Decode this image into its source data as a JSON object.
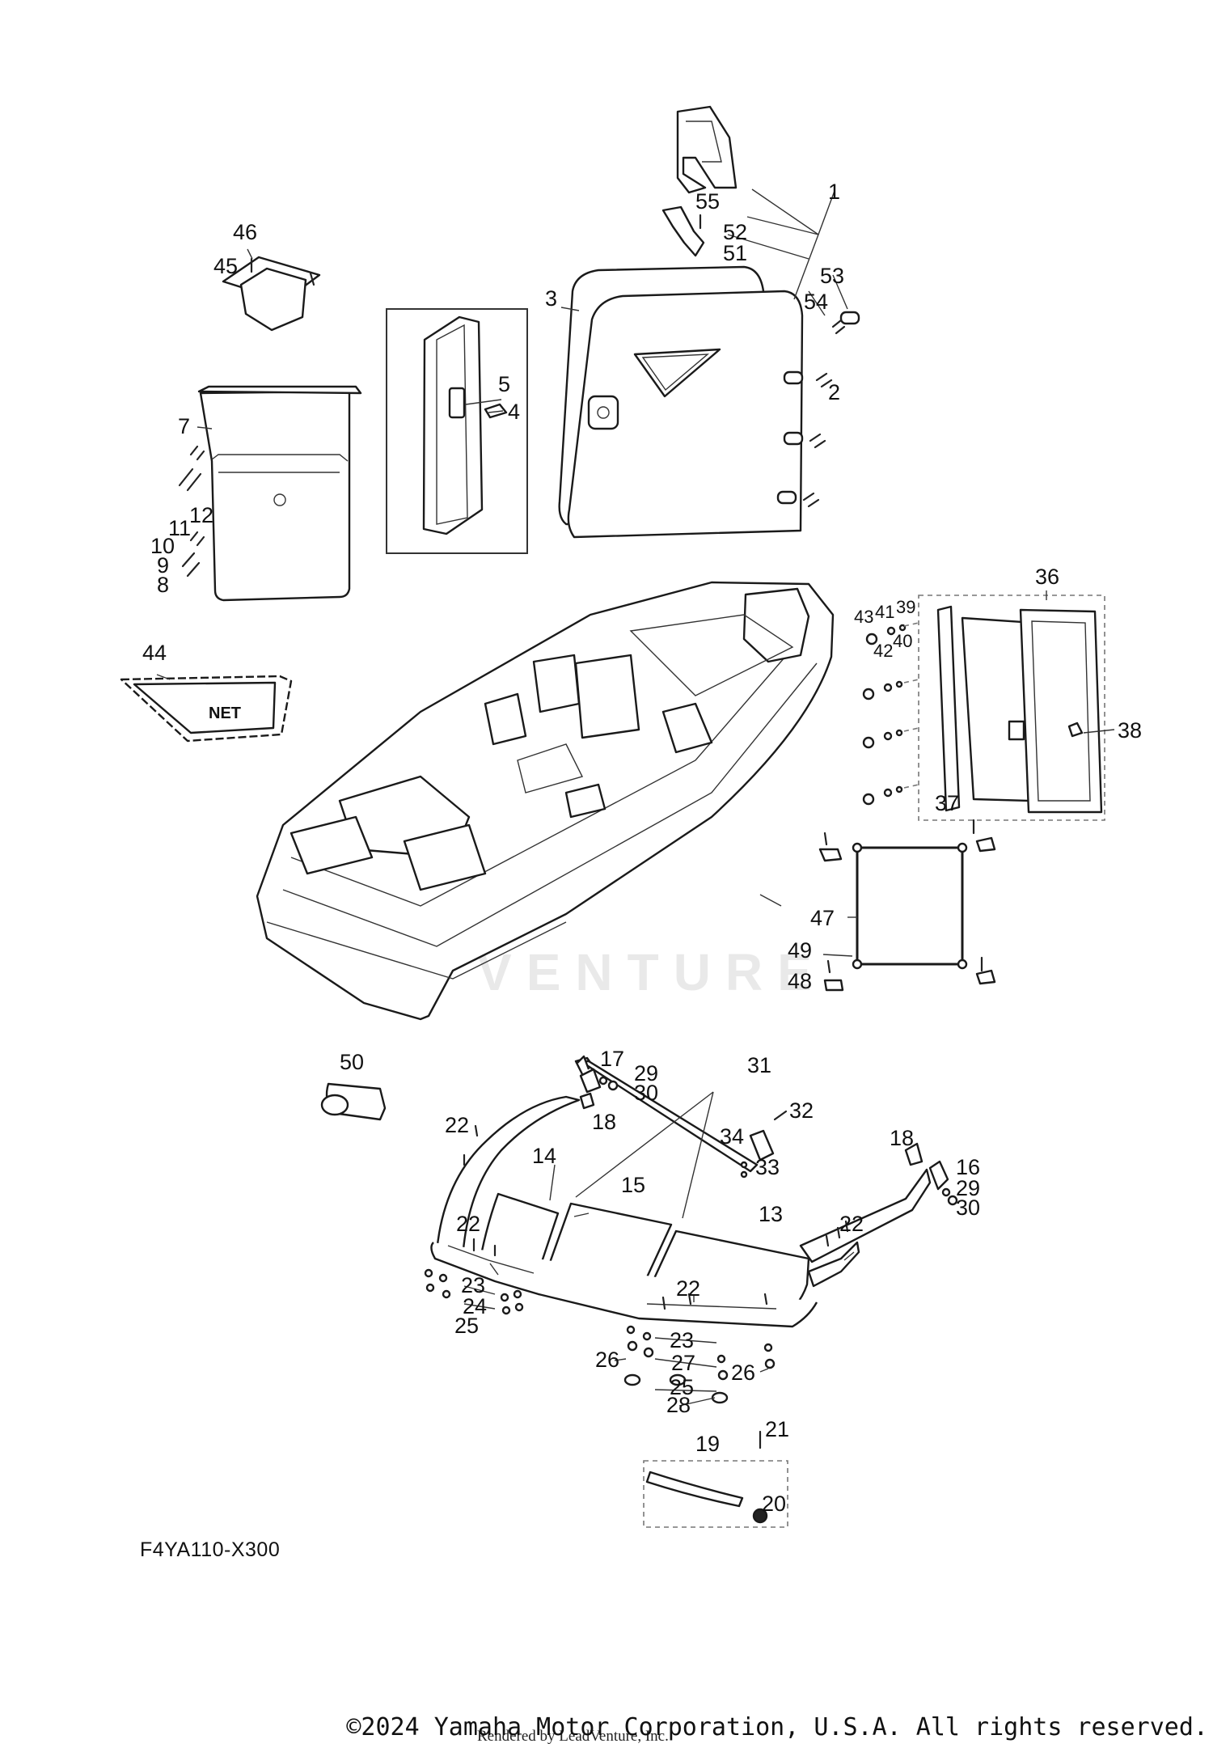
{
  "diagram": {
    "callouts": [
      {
        "id": "1",
        "label": "1"
      },
      {
        "id": "2",
        "label": "2"
      },
      {
        "id": "3",
        "label": "3"
      },
      {
        "id": "4",
        "label": "4"
      },
      {
        "id": "5",
        "label": "5"
      },
      {
        "id": "7",
        "label": "7"
      },
      {
        "id": "8",
        "label": "8"
      },
      {
        "id": "9",
        "label": "9"
      },
      {
        "id": "10",
        "label": "10"
      },
      {
        "id": "11",
        "label": "11"
      },
      {
        "id": "12",
        "label": "12"
      },
      {
        "id": "13",
        "label": "13"
      },
      {
        "id": "14",
        "label": "14"
      },
      {
        "id": "15",
        "label": "15"
      },
      {
        "id": "16",
        "label": "16"
      },
      {
        "id": "17",
        "label": "17"
      },
      {
        "id": "18a",
        "label": "18"
      },
      {
        "id": "18b",
        "label": "18"
      },
      {
        "id": "19",
        "label": "19"
      },
      {
        "id": "20",
        "label": "20"
      },
      {
        "id": "21",
        "label": "21"
      },
      {
        "id": "22a",
        "label": "22"
      },
      {
        "id": "22b",
        "label": "22"
      },
      {
        "id": "22c",
        "label": "22"
      },
      {
        "id": "22d",
        "label": "22"
      },
      {
        "id": "23a",
        "label": "23"
      },
      {
        "id": "23b",
        "label": "23"
      },
      {
        "id": "24",
        "label": "24"
      },
      {
        "id": "25a",
        "label": "25"
      },
      {
        "id": "25b",
        "label": "25"
      },
      {
        "id": "26a",
        "label": "26"
      },
      {
        "id": "26b",
        "label": "26"
      },
      {
        "id": "27",
        "label": "27"
      },
      {
        "id": "28",
        "label": "28"
      },
      {
        "id": "29a",
        "label": "29"
      },
      {
        "id": "29b",
        "label": "29"
      },
      {
        "id": "30a",
        "label": "30"
      },
      {
        "id": "30b",
        "label": "30"
      },
      {
        "id": "31",
        "label": "31"
      },
      {
        "id": "32",
        "label": "32"
      },
      {
        "id": "33",
        "label": "33"
      },
      {
        "id": "34",
        "label": "34"
      },
      {
        "id": "36",
        "label": "36"
      },
      {
        "id": "37",
        "label": "37"
      },
      {
        "id": "38",
        "label": "38"
      },
      {
        "id": "39",
        "label": "39"
      },
      {
        "id": "40",
        "label": "40"
      },
      {
        "id": "41",
        "label": "41"
      },
      {
        "id": "42",
        "label": "42"
      },
      {
        "id": "43",
        "label": "43"
      },
      {
        "id": "44",
        "label": "44"
      },
      {
        "id": "45",
        "label": "45"
      },
      {
        "id": "46",
        "label": "46"
      },
      {
        "id": "47",
        "label": "47"
      },
      {
        "id": "48",
        "label": "48"
      },
      {
        "id": "49",
        "label": "49"
      },
      {
        "id": "50",
        "label": "50"
      },
      {
        "id": "51",
        "label": "51"
      },
      {
        "id": "52",
        "label": "52"
      },
      {
        "id": "53",
        "label": "53"
      },
      {
        "id": "54",
        "label": "54"
      },
      {
        "id": "55",
        "label": "55"
      }
    ],
    "net_label": "NET",
    "diagram_code": "F4YA110-X300",
    "watermark": "VENTURE",
    "copyright": "©2024 Yamaha Motor Corporation, U.S.A. All rights reserved.",
    "rendered_by": "Rendered by LeadVenture, Inc."
  }
}
